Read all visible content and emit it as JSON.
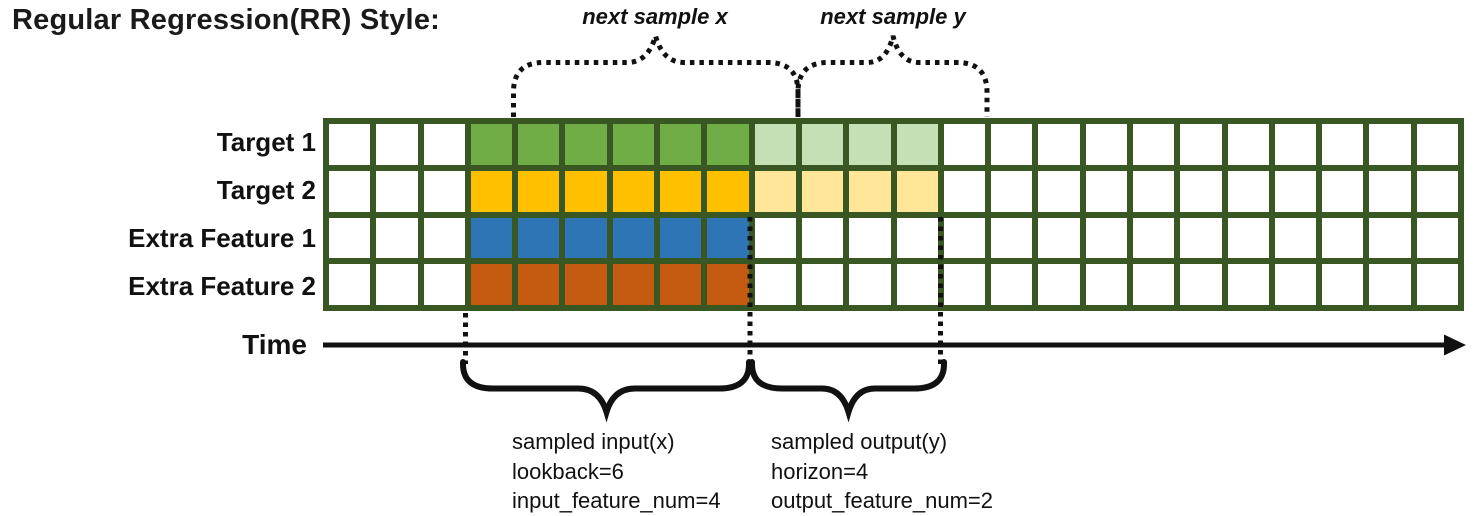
{
  "title": "Regular Regression(RR) Style:",
  "palette": {
    "grid_line": "#385723",
    "target1_input": "#70AD47",
    "target1_output": "#C5E0B4",
    "target2_input": "#FFC000",
    "target2_output": "#FFE699",
    "extra1_input": "#2E75B6",
    "extra2_input": "#C55A11",
    "empty_cell": "#FFFFFF",
    "annotation_stroke": "#111111"
  },
  "grid": {
    "total_timesteps": 24,
    "input_start_col": 3,
    "input_len": 6,
    "output_start_col": 9,
    "output_len": 4,
    "rows": [
      {
        "label": "Target 1",
        "input_color": "#70AD47",
        "output_color": "#C5E0B4"
      },
      {
        "label": "Target 2",
        "input_color": "#FFC000",
        "output_color": "#FFE699"
      },
      {
        "label": "Extra Feature 1",
        "input_color": "#2E75B6",
        "output_color": null
      },
      {
        "label": "Extra Feature 2",
        "input_color": "#C55A11",
        "output_color": null
      }
    ]
  },
  "time_axis": {
    "label": "Time"
  },
  "braces": {
    "next_sample_x": "next sample x",
    "next_sample_y": "next sample y"
  },
  "sample_info": {
    "input_lines": [
      "sampled input(x)",
      "lookback=6",
      "input_feature_num=4"
    ],
    "output_lines": [
      "sampled output(y)",
      "horizon=4",
      "output_feature_num=2"
    ]
  }
}
